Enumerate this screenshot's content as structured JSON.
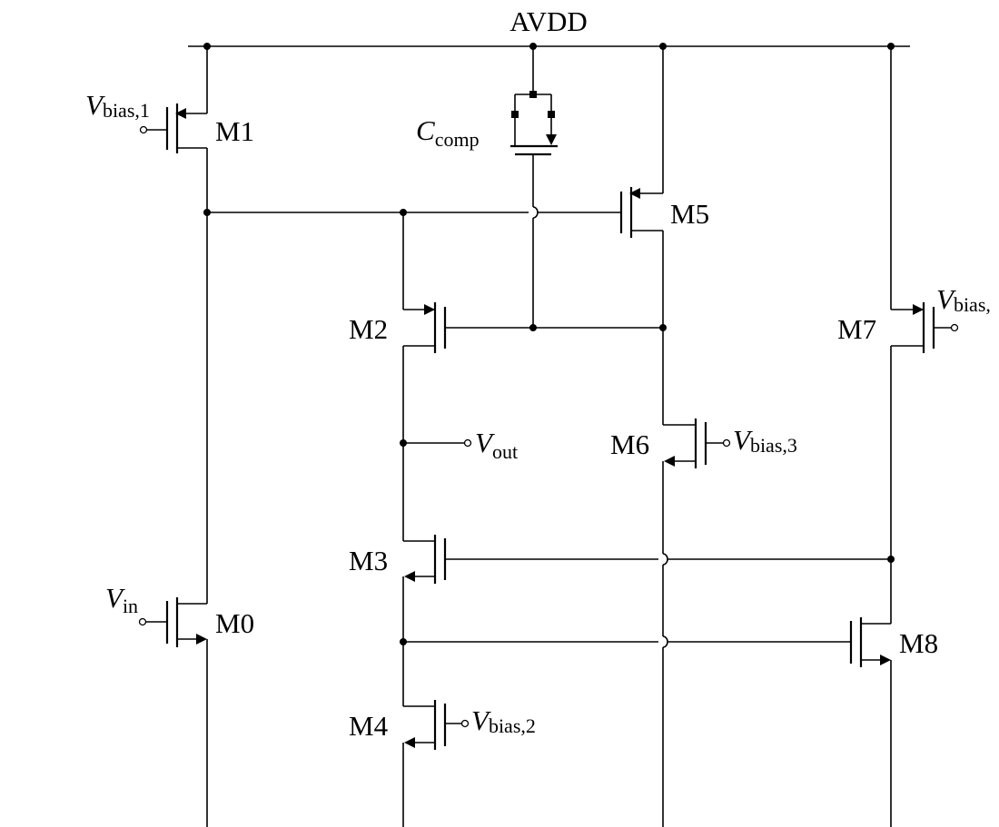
{
  "supply": {
    "label": "AVDD"
  },
  "transistors": {
    "m0": "M0",
    "m1": "M1",
    "m2": "M2",
    "m3": "M3",
    "m4": "M4",
    "m5": "M5",
    "m6": "M6",
    "m7": "M7",
    "m8": "M8"
  },
  "capacitor": {
    "symbol": "C",
    "sub": "comp"
  },
  "ports": {
    "vbias1": {
      "symbol": "V",
      "sub": "bias,1"
    },
    "vbias2": {
      "symbol": "V",
      "sub": "bias,2"
    },
    "vbias3": {
      "symbol": "V",
      "sub": "bias,3"
    },
    "vbias4": {
      "symbol": "V",
      "sub": "bias,"
    },
    "vin": {
      "symbol": "V",
      "sub": "in"
    },
    "vout": {
      "symbol": "V",
      "sub": "out"
    }
  }
}
